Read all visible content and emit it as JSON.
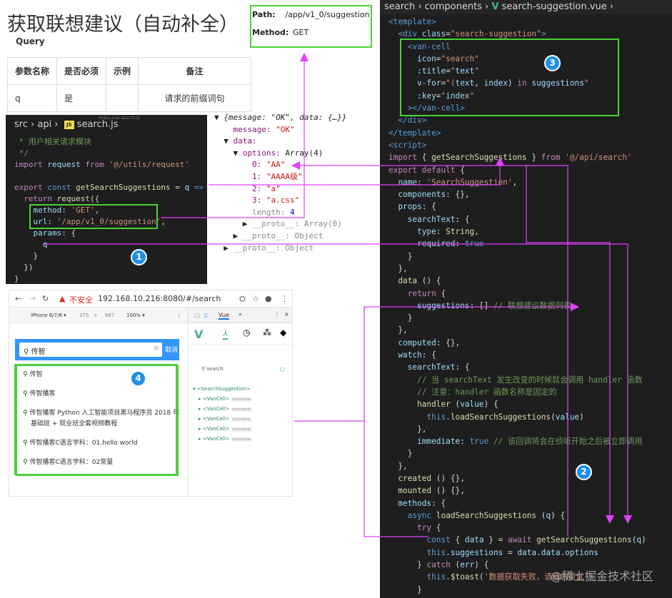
{
  "title": "获取联想建议（自动补全）",
  "query_label": "Query",
  "api": {
    "path_label": "Path:",
    "path_value": "/app/v1_0/suggestion",
    "method_label": "Method:",
    "method_value": "GET"
  },
  "param_table": {
    "headers": [
      "参数名称",
      "是否必须",
      "示例",
      "备注"
    ],
    "rows": [
      [
        "q",
        "是",
        "",
        "请求的前缀词句"
      ]
    ]
  },
  "request_editor": {
    "breadcrumb": [
      "src",
      "api",
      "search.js"
    ],
    "js_icon": "JS",
    "tabs_ghost": "index.vue    search.js"
  },
  "console": {
    "root": "{message: \"OK\", data: {…}}",
    "message_key": "message:",
    "message_val": "\"OK\"",
    "data_key": "data:",
    "options_key": "options:",
    "options_type": "Array(4)",
    "items": [
      {
        "index": "0:",
        "value": "\"AA\""
      },
      {
        "index": "1:",
        "value": "\"AAAA级\""
      },
      {
        "index": "2:",
        "value": "\"a\""
      },
      {
        "index": "3:",
        "value": "\"a.css\""
      }
    ],
    "length_key": "length:",
    "length_val": "4",
    "proto_array": "__proto__: Array(0)",
    "proto_obj1": "__proto__: Object",
    "proto_obj2": "__proto__: Object"
  },
  "browser": {
    "insecure": "不安全",
    "url": "192.168.10.216:8080/#/search",
    "device": "iPhone 6/7/8 ▾",
    "width": "375",
    "height": "667",
    "zoom": "100% ▾",
    "search_value": "传智",
    "cancel": "取消",
    "suggestions": [
      "传智",
      "传智播客",
      "传智播客 Python 人工智能项目黑马程序员 2018 年",
      "基础班 + 就业班全套视频教程",
      "传智播客C语言学科：01.hello world",
      "传智播客C语言学科：02常量"
    ],
    "devtools_tab": "Vue",
    "filter": "search",
    "tree_root": "<SearchSuggestion>",
    "tree_children": [
      "<VanCell>",
      "<VanCell>",
      "<VanCell>",
      "<VanCell>",
      "<VanCell>"
    ],
    "fn_tag": "functional"
  },
  "vue_editor": {
    "breadcrumb": [
      "search",
      "components",
      "search-suggestion.vue"
    ]
  },
  "markers": [
    "1",
    "2",
    "3",
    "4"
  ],
  "watermark": "@稀土掘金技术社区",
  "colors": {
    "highlight_box": "#4cd137",
    "arrow": "#e040fb",
    "marker": "#1f8fe8"
  }
}
